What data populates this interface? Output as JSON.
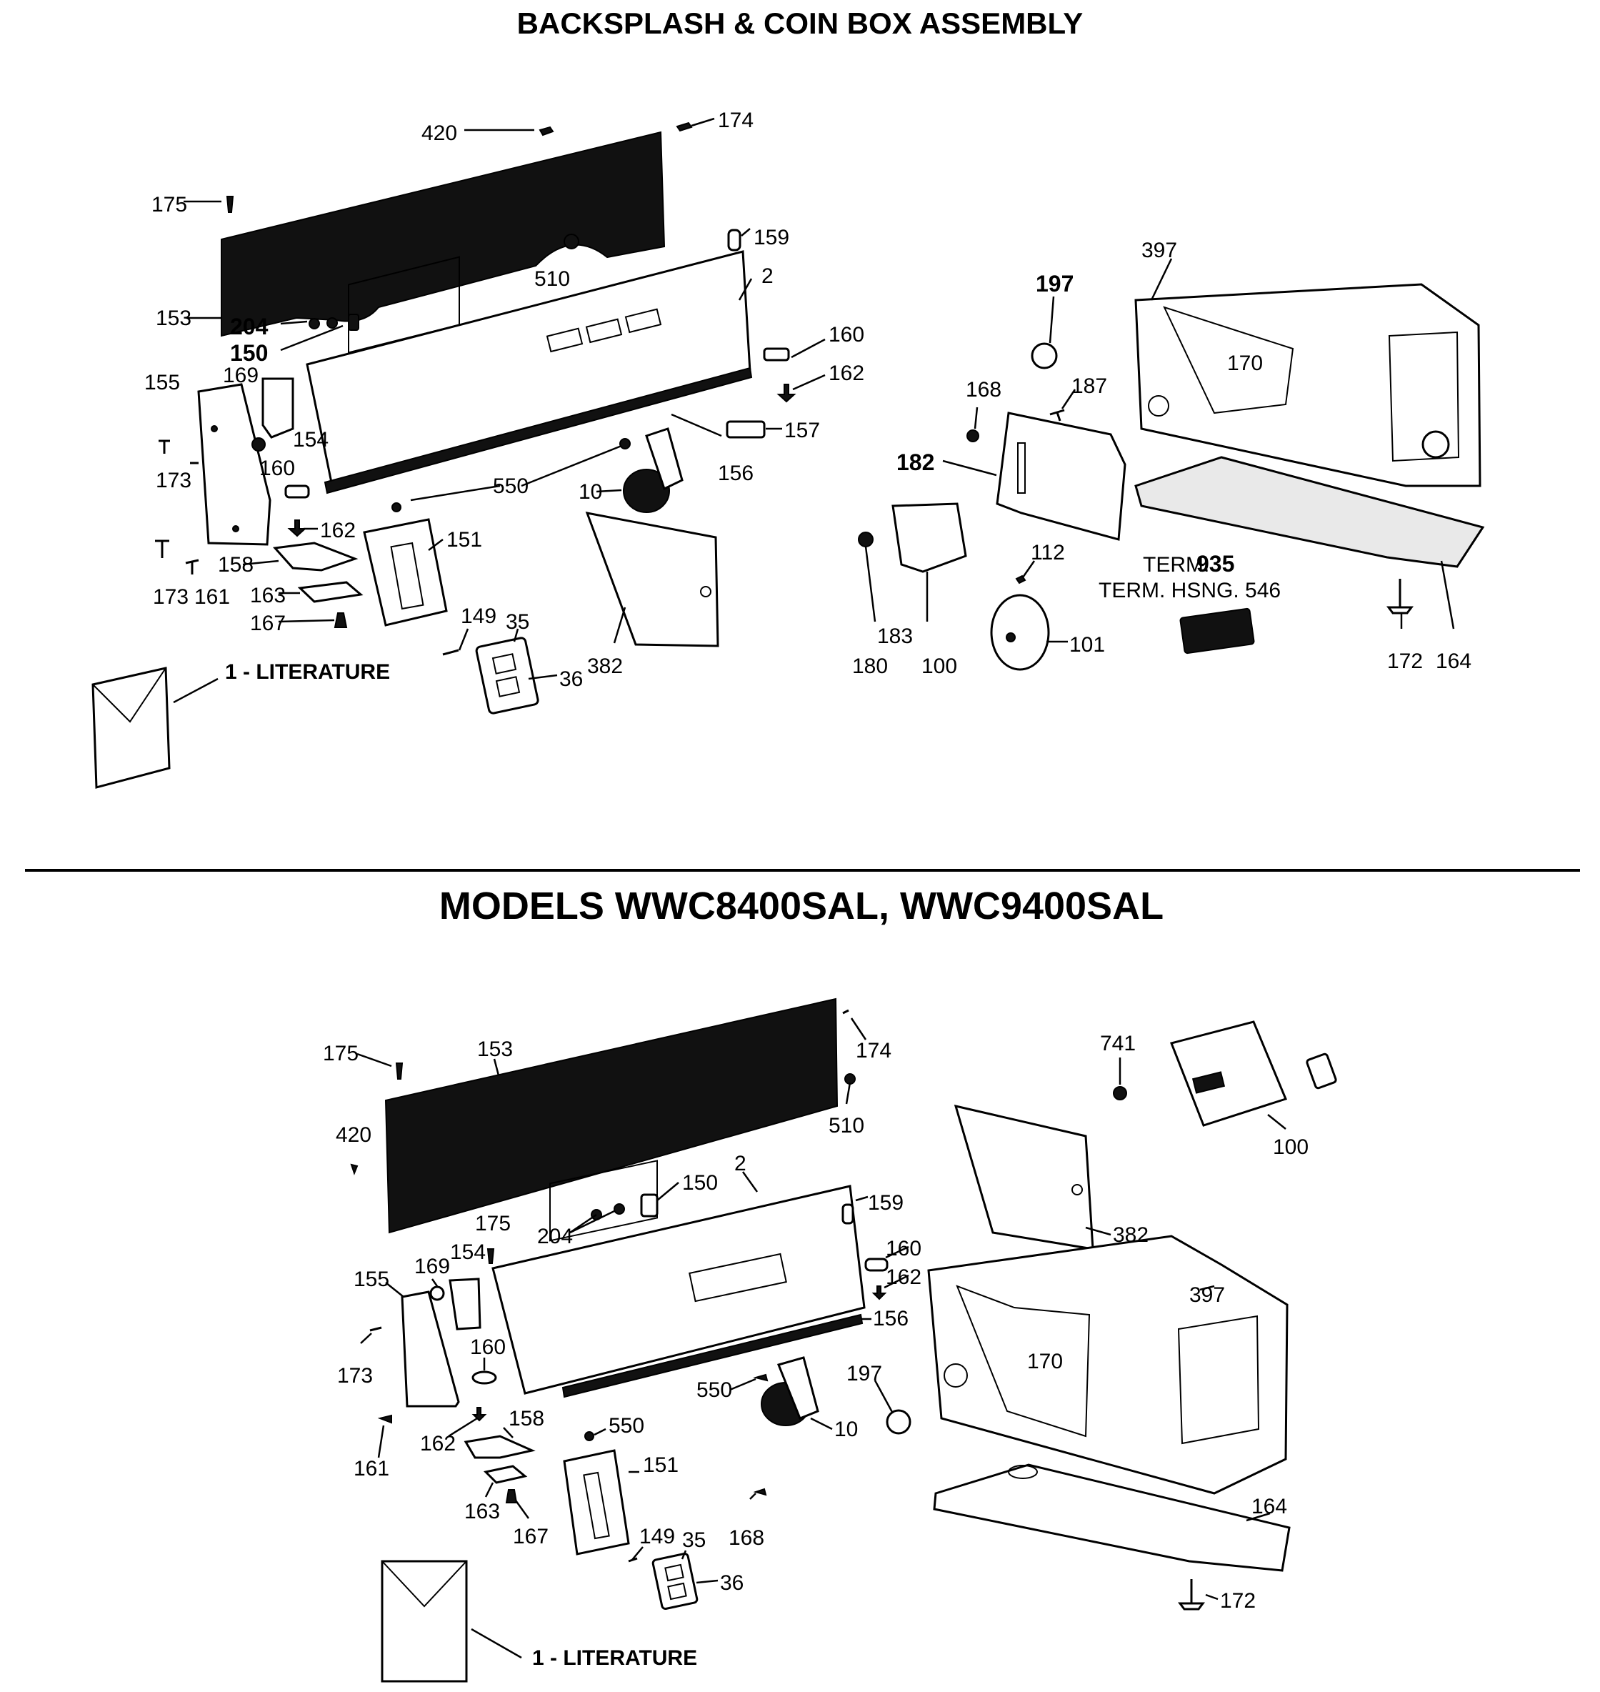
{
  "top_title": "BACKSPLASH & COIN BOX ASSEMBLY",
  "bottom_title": "MODELS WWC8400SAL, WWC9400SAL",
  "top_labels": {
    "p420": "420",
    "p174": "174",
    "p175": "175",
    "p159": "159",
    "p510": "510",
    "p2": "2",
    "p153": "153",
    "p204": "204",
    "p150": "150",
    "p160a": "160",
    "p155": "155",
    "p169": "169",
    "p162a": "162",
    "p154": "154",
    "p157": "157",
    "p173a": "173",
    "p160b": "160",
    "p550": "550",
    "p156": "156",
    "p10": "10",
    "p162b": "162",
    "p151": "151",
    "p173b": "173",
    "p161": "161",
    "p158": "158",
    "p163": "163",
    "p167": "167",
    "p149": "149",
    "p35": "35",
    "p36": "36",
    "p382": "382",
    "p397": "397",
    "p197": "197",
    "p168": "168",
    "p187": "187",
    "p170": "170",
    "p182": "182",
    "p112": "112",
    "p183": "183",
    "p180": "180",
    "p100": "100",
    "p101": "101",
    "p172": "172",
    "p164": "164",
    "term": "TERM.",
    "term_num": "935",
    "term_hsng": "TERM. HSNG. 546",
    "literature": "1 - LITERATURE"
  },
  "bottom_labels": {
    "p175a": "175",
    "p153": "153",
    "p174": "174",
    "p510": "510",
    "p420": "420",
    "p741": "741",
    "p100": "100",
    "p2": "2",
    "p150": "150",
    "p159": "159",
    "p204": "204",
    "p175b": "175",
    "p154": "154",
    "p169": "169",
    "p155": "155",
    "p160a": "160",
    "p162a": "162",
    "p156": "156",
    "p382": "382",
    "p397": "397",
    "p173": "173",
    "p160b": "160",
    "p170": "170",
    "p550a": "550",
    "p197": "197",
    "p10": "10",
    "p158": "158",
    "p162b": "162",
    "p161": "161",
    "p550b": "550",
    "p151": "151",
    "p163": "163",
    "p167": "167",
    "p149": "149",
    "p35": "35",
    "p168": "168",
    "p36": "36",
    "p164": "164",
    "p172": "172",
    "literature": "1 - LITERATURE"
  }
}
